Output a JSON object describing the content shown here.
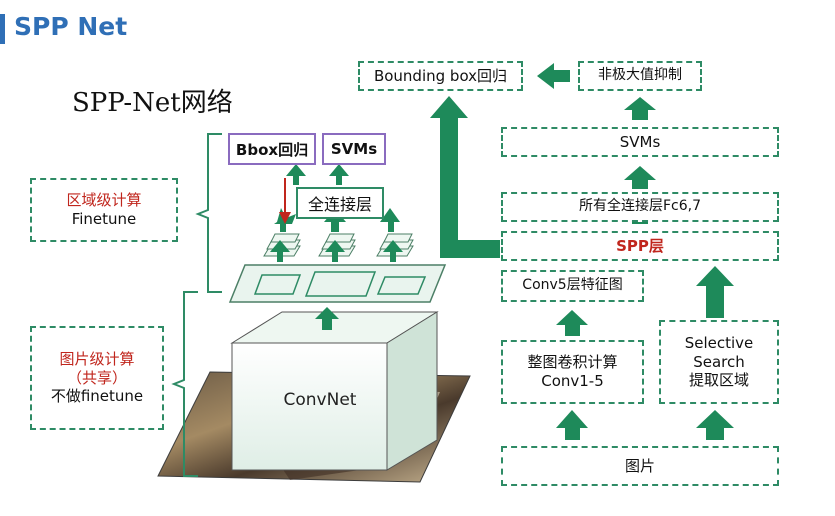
{
  "header": {
    "title": "SPP Net"
  },
  "subtitle": "SPP-Net网络",
  "left": {
    "finetune_zh": "区域级计算",
    "finetune_en": "Finetune",
    "image_level_zh": "图片级计算",
    "image_level_shared": "（共享）",
    "image_level_no": "不做finetune",
    "bbox": "Bbox回归",
    "svms": "SVMs",
    "fc": "全连接层",
    "convnet": "ConvNet"
  },
  "right": {
    "bounding_box": "Bounding box回归",
    "nms": "非极大值抑制",
    "svms": "SVMs",
    "fc67": "所有全连接层Fc6,7",
    "spp": "SPP层",
    "conv5": "Conv5层特征图",
    "conv_full_zh": "整图卷积计算",
    "conv_full_en": "Conv1-5",
    "selective_1": "Selective",
    "selective_2": "Search",
    "selective_3": "提取区域",
    "image": "图片"
  },
  "colors": {
    "accent": "#2f6fb6",
    "green": "#1e8a5a",
    "red": "#c0261d",
    "purple": "#8a6bbf"
  }
}
